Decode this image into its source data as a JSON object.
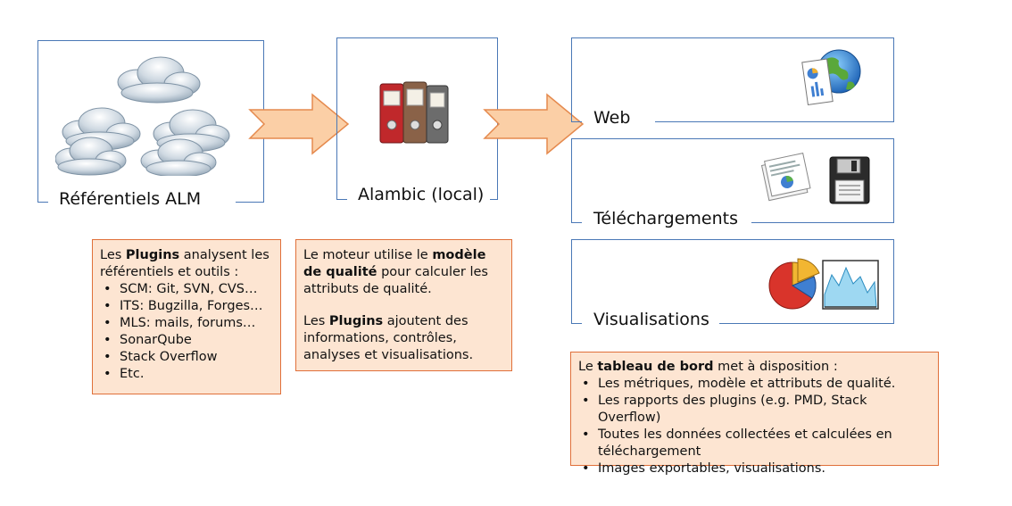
{
  "boxes": {
    "alm": {
      "label": "Référentiels ALM"
    },
    "alambic": {
      "label": "Alambic (local)"
    },
    "web": {
      "label": "Web"
    },
    "downloads": {
      "label": "Téléchargements"
    },
    "visualisations": {
      "label": "Visualisations"
    }
  },
  "notes": {
    "plugins": {
      "intro_pre": "Les ",
      "intro_bold": "Plugins",
      "intro_post": " analysent les référentiels et outils :",
      "items": [
        "SCM: Git, SVN, CVS…",
        "ITS: Bugzilla, Forges…",
        "MLS: mails, forums…",
        "SonarQube",
        "Stack Overflow",
        "Etc."
      ]
    },
    "engine": {
      "p1_pre": "Le moteur utilise le ",
      "p1_bold": "modèle de qualité",
      "p1_post": " pour calculer les attributs de qualité.",
      "p2_pre": "Les ",
      "p2_bold": "Plugins",
      "p2_post": " ajoutent des informations, contrôles, analyses et visualisations."
    },
    "dashboard": {
      "intro_pre": "Le ",
      "intro_bold": "tableau de bord",
      "intro_post": " met à disposition :",
      "items": [
        "Les métriques, modèle et attributs de qualité.",
        "Les rapports des plugins (e.g. PMD, Stack Overflow)",
        "Toutes les données collectées et calculées en téléchargement",
        "Images exportables, visualisations."
      ]
    }
  },
  "colors": {
    "box_border": "#4a78b6",
    "arrow_fill": "#fbcfa6",
    "arrow_stroke": "#e58a4e",
    "note_fill": "#fde5d2",
    "note_border": "#e0703a"
  },
  "icons": [
    "clouds-icon",
    "binders-icon",
    "globe-document-icon",
    "documents-floppy-icon",
    "pie-line-chart-icon"
  ]
}
